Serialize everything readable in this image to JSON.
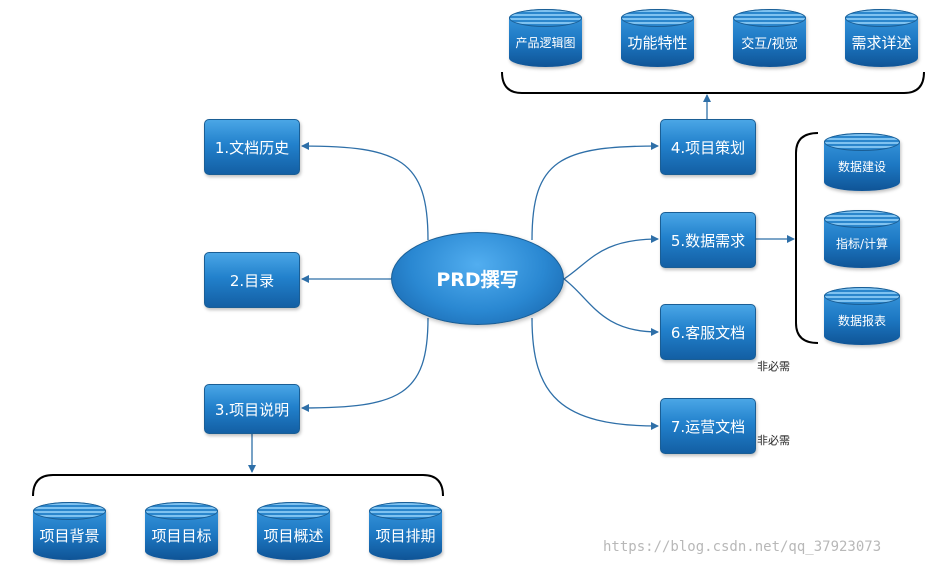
{
  "hub": {
    "label": "PRD撰写"
  },
  "left_nodes": [
    {
      "label": "1.文档历史"
    },
    {
      "label": "2.目录"
    },
    {
      "label": "3.项目说明"
    }
  ],
  "right_nodes": [
    {
      "label": "4.项目策划"
    },
    {
      "label": "5.数据需求"
    },
    {
      "label": "6.客服文档",
      "note": "非必需"
    },
    {
      "label": "7.运营文档",
      "note": "非必需"
    }
  ],
  "plan_items": [
    "产品逻辑图",
    "功能特性",
    "交互/视觉",
    "需求详述"
  ],
  "data_items": [
    "数据建设",
    "指标/计算",
    "数据报表"
  ],
  "project_items": [
    "项目背景",
    "项目目标",
    "项目概述",
    "项目排期"
  ],
  "watermark": "https://blog.csdn.net/qq_37923073",
  "colors": {
    "node": "#2281cc",
    "line": "#2e6fa8",
    "bracket": "#000000"
  }
}
